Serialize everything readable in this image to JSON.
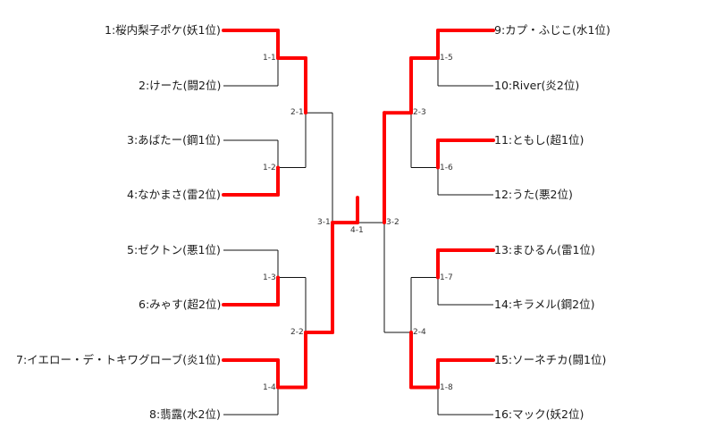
{
  "tournament": {
    "players": [
      {
        "seed": 1,
        "label": "1:桜内梨子ポケ(妖1位)"
      },
      {
        "seed": 2,
        "label": "2:けーた(闘2位)"
      },
      {
        "seed": 3,
        "label": "3:あばたー(鋼1位)"
      },
      {
        "seed": 4,
        "label": "4:なかまさ(雷2位)"
      },
      {
        "seed": 5,
        "label": "5:ゼクトン(悪1位)"
      },
      {
        "seed": 6,
        "label": "6:みゃす(超2位)"
      },
      {
        "seed": 7,
        "label": "7:イエロー・デ・トキワグローブ(炎1位)"
      },
      {
        "seed": 8,
        "label": "8:翡露(水2位)"
      },
      {
        "seed": 9,
        "label": "9:カプ・ふじこ(水1位)"
      },
      {
        "seed": 10,
        "label": "10:River(炎2位)"
      },
      {
        "seed": 11,
        "label": "11:ともし(超1位)"
      },
      {
        "seed": 12,
        "label": "12:うた(悪2位)"
      },
      {
        "seed": 13,
        "label": "13:まひるん(雷1位)"
      },
      {
        "seed": 14,
        "label": "14:キラメル(鋼2位)"
      },
      {
        "seed": 15,
        "label": "15:ソーネチカ(闘1位)"
      },
      {
        "seed": 16,
        "label": "16:マック(妖2位)"
      }
    ],
    "matches": [
      {
        "id": "1-1",
        "label": "1-1",
        "a": 1,
        "b": 2,
        "winner": 1
      },
      {
        "id": "1-2",
        "label": "1-2",
        "a": 3,
        "b": 4,
        "winner": 4
      },
      {
        "id": "1-3",
        "label": "1-3",
        "a": 5,
        "b": 6,
        "winner": 6
      },
      {
        "id": "1-4",
        "label": "1-4",
        "a": 7,
        "b": 8,
        "winner": 7
      },
      {
        "id": "1-5",
        "label": "1-5",
        "a": 9,
        "b": 10,
        "winner": 9
      },
      {
        "id": "1-6",
        "label": "1-6",
        "a": 11,
        "b": 12,
        "winner": 11
      },
      {
        "id": "1-7",
        "label": "1-7",
        "a": 13,
        "b": 14,
        "winner": 13
      },
      {
        "id": "1-8",
        "label": "1-8",
        "a": 15,
        "b": 16,
        "winner": 15
      },
      {
        "id": "2-1",
        "label": "2-1",
        "from": [
          "1-1",
          "1-2"
        ],
        "winner_from": "1-1"
      },
      {
        "id": "2-2",
        "label": "2-2",
        "from": [
          "1-3",
          "1-4"
        ],
        "winner_from": "1-4"
      },
      {
        "id": "2-3",
        "label": "2-3",
        "from": [
          "1-5",
          "1-6"
        ],
        "winner_from": "1-5"
      },
      {
        "id": "2-4",
        "label": "2-4",
        "from": [
          "1-7",
          "1-8"
        ],
        "winner_from": "1-8"
      },
      {
        "id": "3-1",
        "label": "3-1",
        "from": [
          "2-1",
          "2-2"
        ],
        "winner_from": "2-2"
      },
      {
        "id": "3-2",
        "label": "3-2",
        "from": [
          "2-3",
          "2-4"
        ],
        "winner_from": "2-3"
      },
      {
        "id": "4-1",
        "label": "4-1",
        "from": [
          "3-1",
          "3-2"
        ],
        "winner_from": "3-1"
      }
    ]
  },
  "colors": {
    "winner_path": "#ff0000",
    "line": "#111111"
  }
}
